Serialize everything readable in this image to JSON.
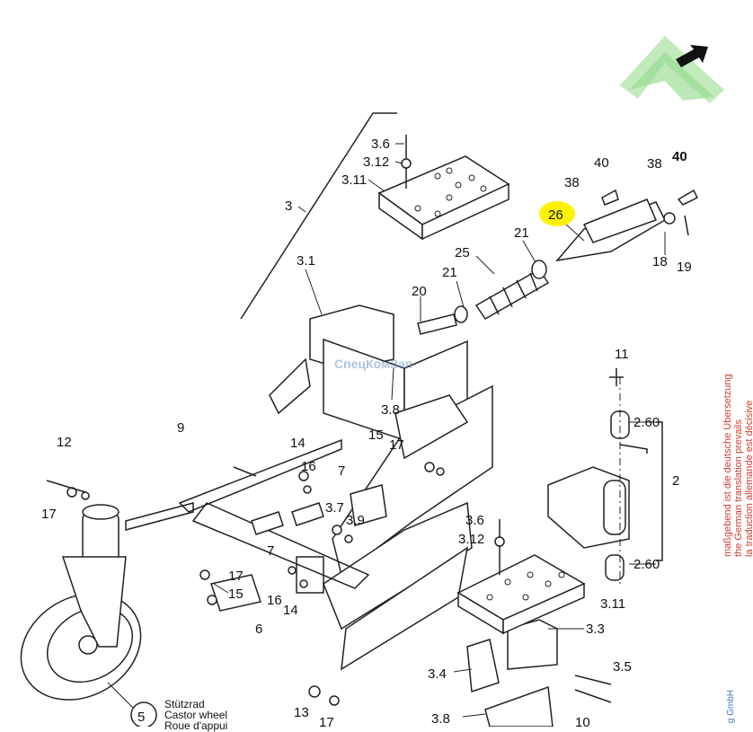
{
  "labels": {
    "l3_6a": "3.6",
    "l3_12a": "3.12",
    "l3_11a": "3.11",
    "l3": "3",
    "l3_1": "3.1",
    "l40a": "40",
    "l38a": "38",
    "l38b": "38",
    "l40b": "40",
    "l26": "26",
    "l21a": "21",
    "l25": "25",
    "l18": "18",
    "l19": "19",
    "l21b": "21",
    "l20": "20",
    "l3_8a": "3.8",
    "l11": "11",
    "l2_60a": "2.60",
    "l2": "2",
    "l2_60b": "2.60",
    "l9": "9",
    "l12": "12",
    "l17a": "17",
    "l14a": "14",
    "l16a": "16",
    "l15a": "15",
    "l17b": "17",
    "l7a": "7",
    "l7b": "7",
    "l3_7": "3.7",
    "l3_9": "3.9",
    "l17c": "17",
    "l15b": "15",
    "l16b": "16",
    "l14b": "14",
    "l6": "6",
    "l3_6b": "3.6",
    "l3_12b": "3.12",
    "l3_11b": "3.11",
    "l3_3": "3.3",
    "l3_4": "3.4",
    "l3_5": "3.5",
    "l3_8b": "3.8",
    "l10": "10",
    "l13": "13",
    "l17d": "17",
    "l5": "5"
  },
  "caption": {
    "de": "Stützrad",
    "en": "Castor wheel",
    "fr": "Roue d'appui"
  },
  "side_note": {
    "line1": "maßgebend ist die deutsche Übersetzung",
    "line2": "the German translation prevails",
    "line3": "la traduction allemande est décisive"
  },
  "corner_note": "g GmbH",
  "watermark": "СпецКомЗап",
  "highlight_color": "#fff200",
  "logo_color": "#7ed07e",
  "text_color": "#d33a2c"
}
